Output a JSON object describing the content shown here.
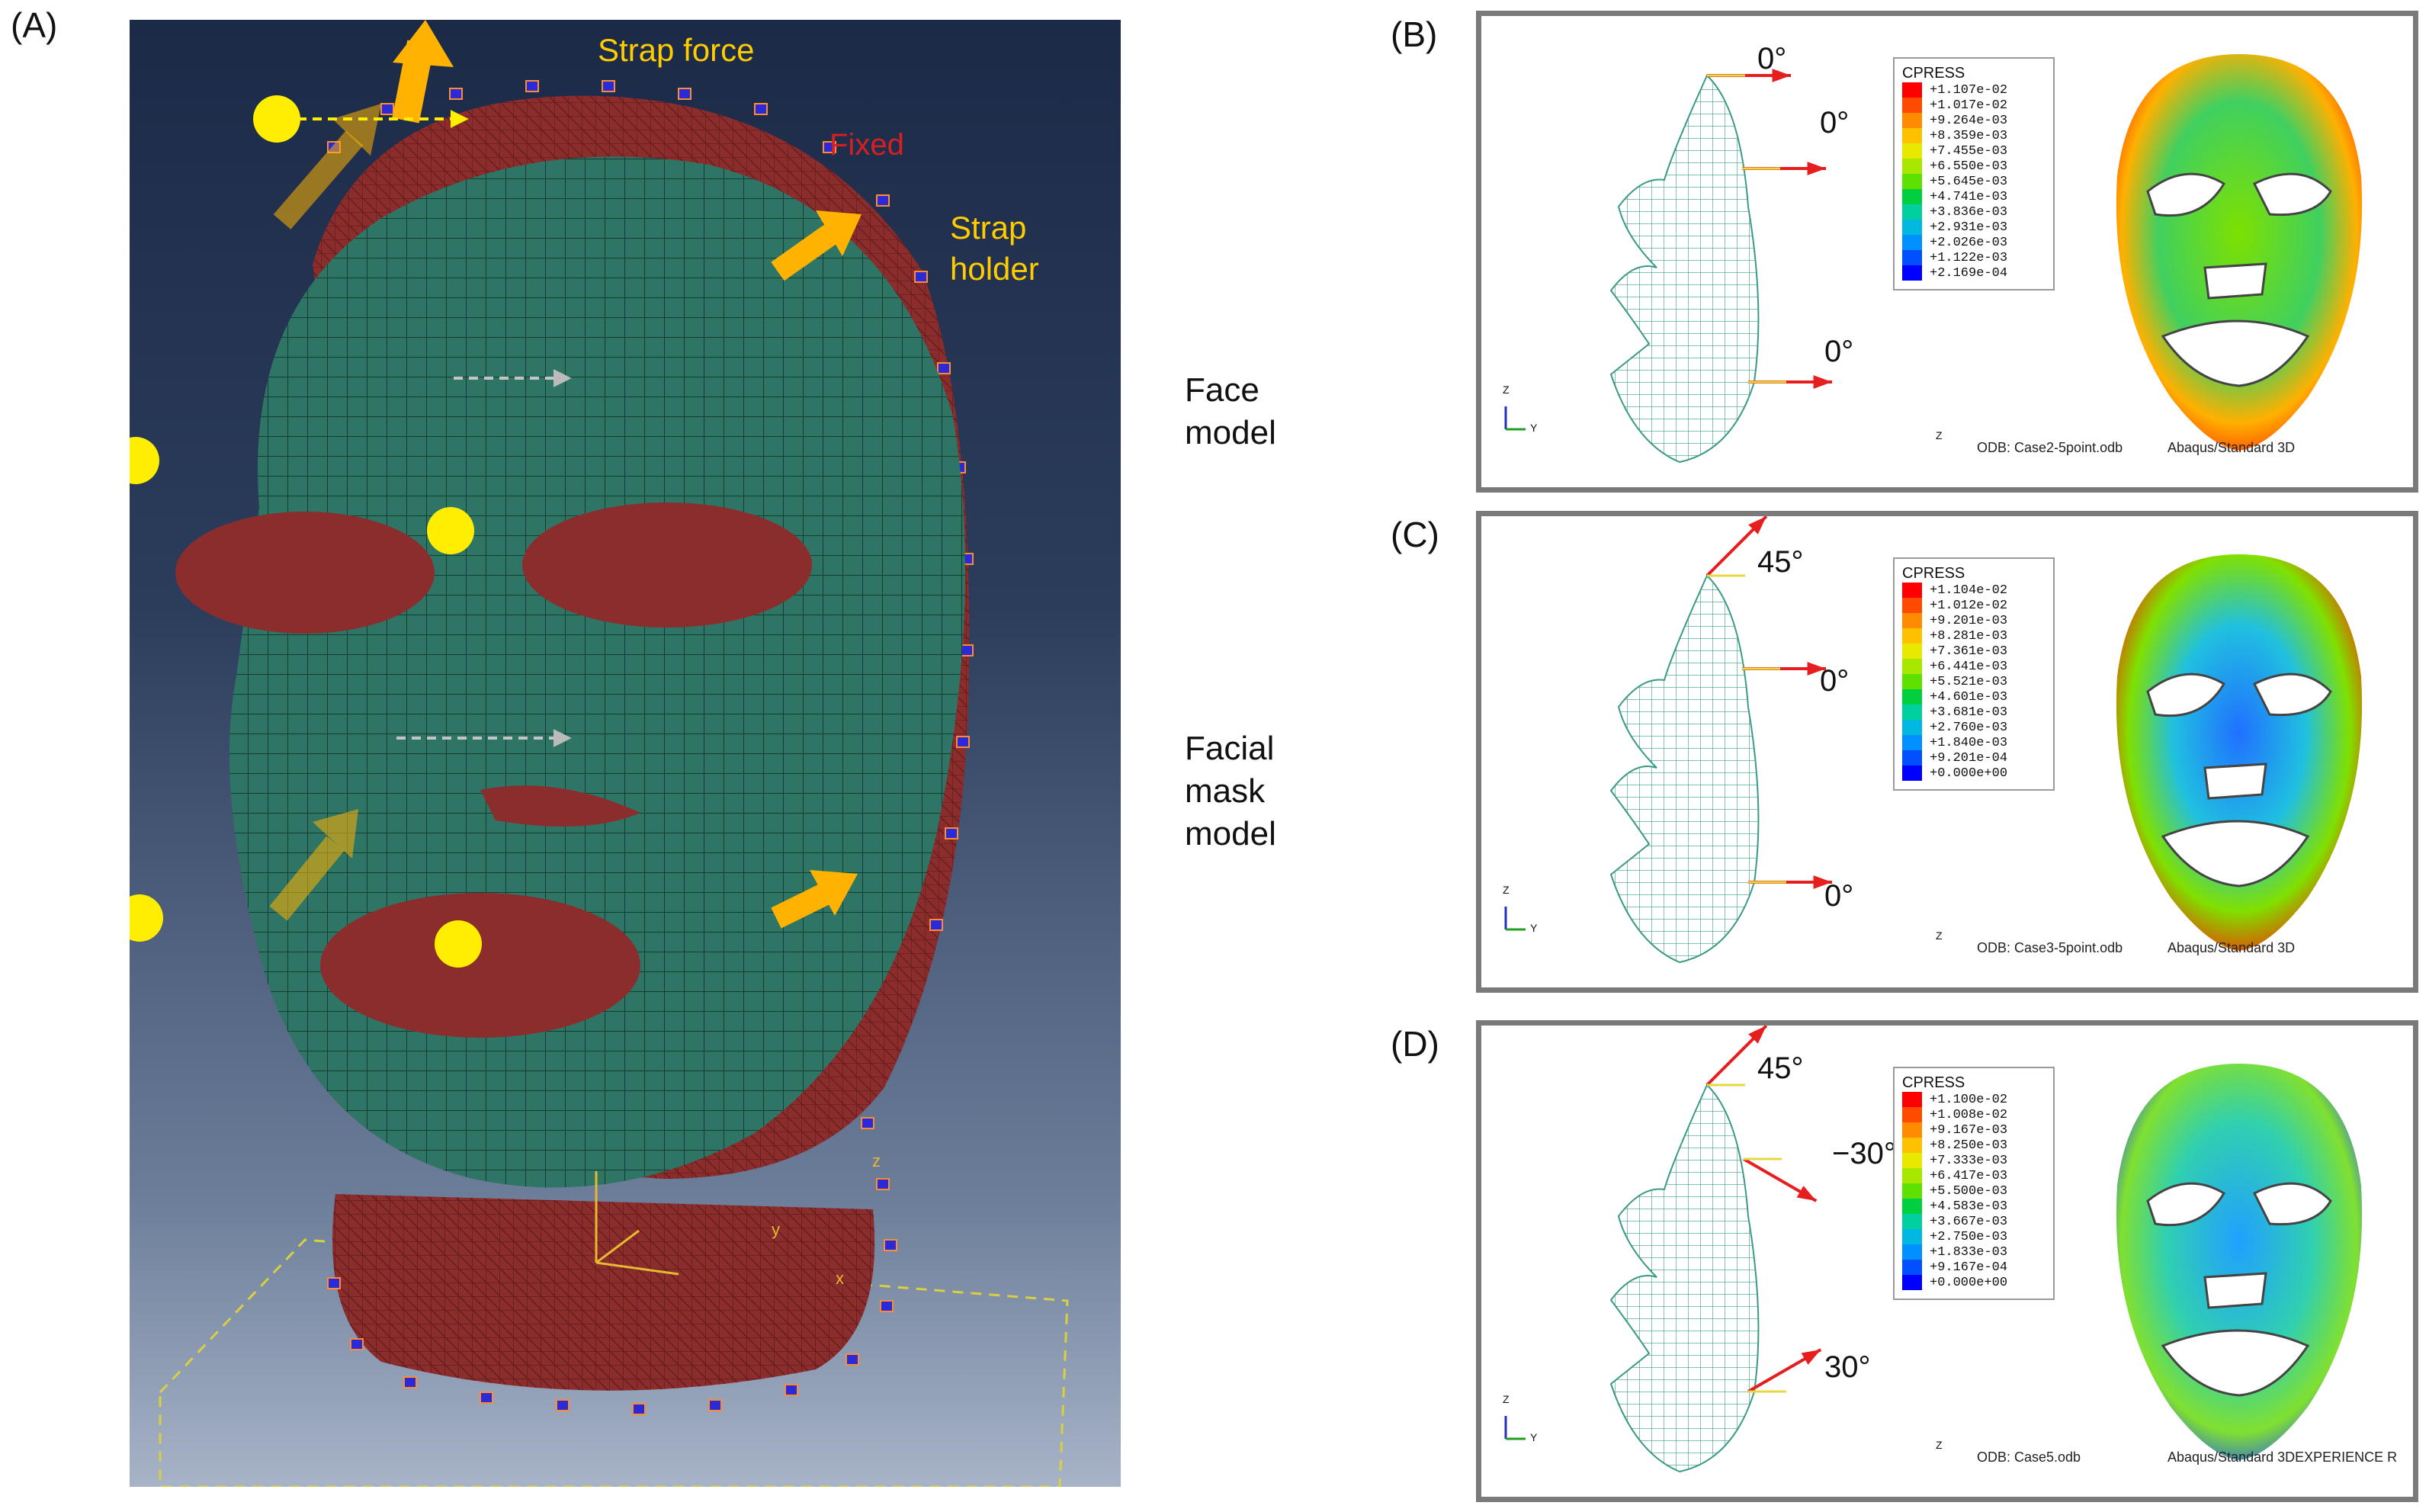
{
  "panel_a": {
    "letter": "(A)",
    "labels": {
      "strap_force": "Strap force",
      "fixed": "Fixed",
      "strap_holder_1": "Strap",
      "strap_holder_2": "holder",
      "face_model_1": "Face",
      "face_model_2": "model",
      "mask_model_1": "Facial",
      "mask_model_2": "mask",
      "mask_model_3": "model"
    },
    "axis": {
      "z": "z",
      "y": "y",
      "x": "x"
    },
    "colors": {
      "mask": "#2f7566",
      "head": "#8c2d2d",
      "arrow": "#ffb300",
      "holder": "#ffee00",
      "label_yellow": "#ffcc00",
      "label_red": "#d42020"
    }
  },
  "panels": [
    {
      "letter": "(B)",
      "angles": [
        "0°",
        "0°",
        "0°"
      ],
      "legend_title": "CPRESS",
      "legend_values": [
        "+1.107e-02",
        "+1.017e-02",
        "+9.264e-03",
        "+8.359e-03",
        "+7.455e-03",
        "+6.550e-03",
        "+5.645e-03",
        "+4.741e-03",
        "+3.836e-03",
        "+2.931e-03",
        "+2.026e-03",
        "+1.122e-03",
        "+2.169e-04"
      ],
      "odb": "ODB: Case2-5point.odb",
      "solver": "Abaqus/Standard 3D"
    },
    {
      "letter": "(C)",
      "angles": [
        "45°",
        "0°",
        "0°"
      ],
      "legend_title": "CPRESS",
      "legend_values": [
        "+1.104e-02",
        "+1.012e-02",
        "+9.201e-03",
        "+8.281e-03",
        "+7.361e-03",
        "+6.441e-03",
        "+5.521e-03",
        "+4.601e-03",
        "+3.681e-03",
        "+2.760e-03",
        "+1.840e-03",
        "+9.201e-04",
        "+0.000e+00"
      ],
      "odb": "ODB: Case3-5point.odb",
      "solver": "Abaqus/Standard 3D"
    },
    {
      "letter": "(D)",
      "angles": [
        "45°",
        "−30°",
        "30°"
      ],
      "legend_title": "CPRESS",
      "legend_values": [
        "+1.100e-02",
        "+1.008e-02",
        "+9.167e-03",
        "+8.250e-03",
        "+7.333e-03",
        "+6.417e-03",
        "+5.500e-03",
        "+4.583e-03",
        "+3.667e-03",
        "+2.750e-03",
        "+1.833e-03",
        "+9.167e-04",
        "+0.000e+00"
      ],
      "odb": "ODB: Case5.odb",
      "solver": "Abaqus/Standard 3DEXPERIENCE R"
    }
  ],
  "triad": {
    "z": "Z",
    "y": "Y"
  },
  "legend_colors": [
    "#ff0000",
    "#ff4a00",
    "#ff8c00",
    "#ffc000",
    "#e8e800",
    "#a8e800",
    "#5ee000",
    "#00d040",
    "#00d0a0",
    "#00b8e0",
    "#0090ff",
    "#0050ff",
    "#0000ff"
  ]
}
